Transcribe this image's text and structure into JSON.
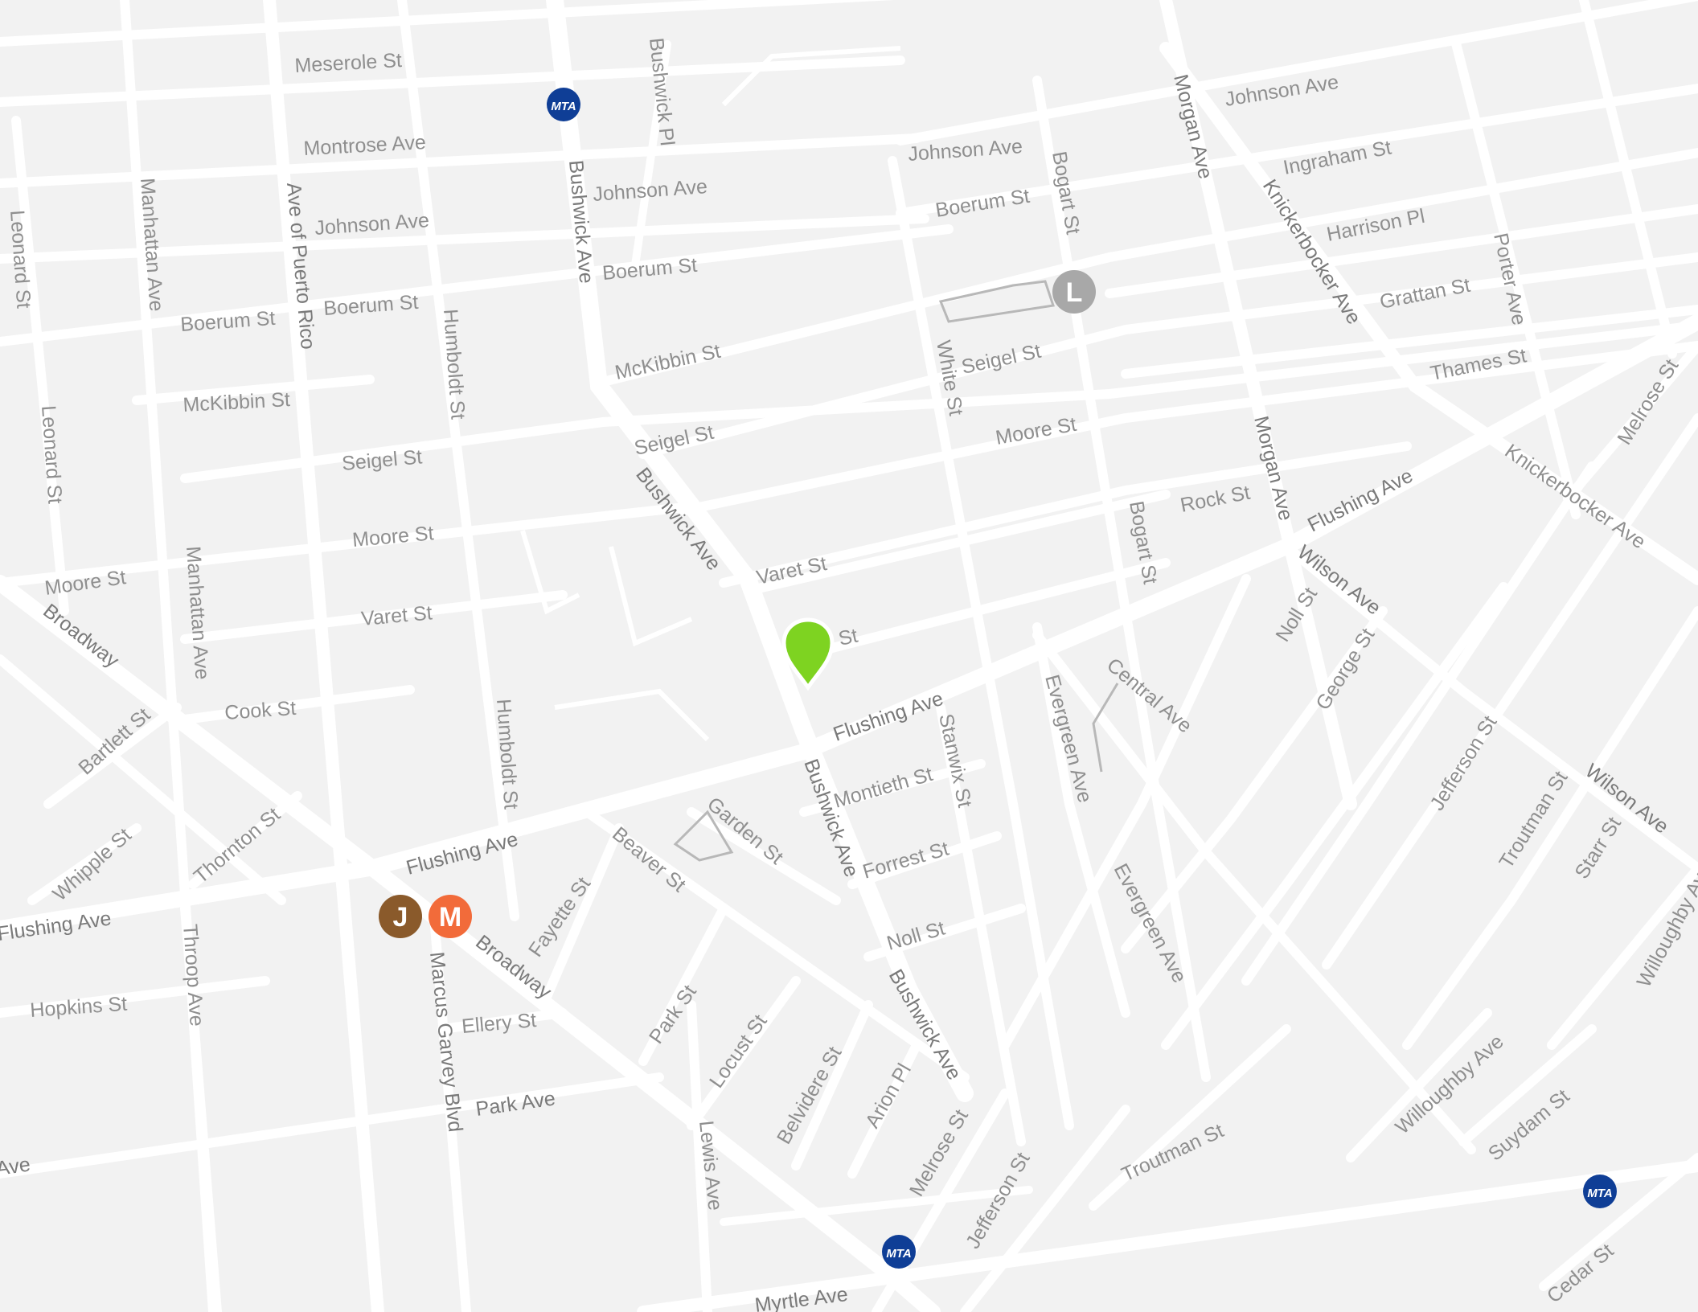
{
  "colors": {
    "background": "#f2f2f2",
    "road": "#ffffff",
    "label": "#8f8f8f",
    "marker": "#7ed321",
    "mta": "#0f3e96",
    "line_j": "#8a5a2b",
    "line_m": "#f26b3a",
    "line_l": "#a8a8a8"
  },
  "streets": {
    "meserole_st": "Meserole St",
    "montrose_ave": "Montrose Ave",
    "johnson_ave": "Johnson Ave",
    "boerum_st": "Boerum St",
    "mckibbin_st": "McKibbin St",
    "seigel_st": "Seigel St",
    "moore_st": "Moore St",
    "varet_st": "Varet St",
    "cook_st": "Cook St",
    "leonard_st": "Leonard St",
    "manhattan_ave": "Manhattan Ave",
    "ave_of_puerto_rico": "Ave of Puerto Rico",
    "humboldt_st": "Humboldt St",
    "bushwick_ave": "Bushwick Ave",
    "bushwick_pl": "Bushwick Pl",
    "bogart_st": "Bogart St",
    "white_st": "White St",
    "morgan_ave": "Morgan Ave",
    "knickerbocker_ave": "Knickerbocker Ave",
    "ingraham_st": "Ingraham St",
    "harrison_pl": "Harrison Pl",
    "grattan_st": "Grattan St",
    "thames_st": "Thames St",
    "porter_ave": "Porter Ave",
    "melrose_st": "Melrose St",
    "rock_st": "Rock St",
    "flushing_ave": "Flushing Ave",
    "wilson_ave": "Wilson Ave",
    "noll_st": "Noll St",
    "george_st": "George St",
    "central_ave": "Central Ave",
    "evergreen_ave": "Evergreen Ave",
    "stanwix_st": "Stanwix St",
    "montieth_st": "Montieth St",
    "forrest_st": "Forrest St",
    "garden_st": "Garden St",
    "beaver_st": "Beaver St",
    "fayette_st": "Fayette St",
    "broadway": "Broadway",
    "bartlett_st": "Bartlett St",
    "whipple_st": "Whipple St",
    "thornton_st": "Thornton St",
    "throop_ave": "Throop Ave",
    "hopkins_st": "Hopkins St",
    "marcus_garvey_blvd": "Marcus Garvey Blvd",
    "ellery_st": "Ellery St",
    "park_ave": "Park Ave",
    "park_st": "Park St",
    "locust_st": "Locust St",
    "lewis_ave": "Lewis Ave",
    "belvidere_st": "Belvidere St",
    "arion_pl": "Arion Pl",
    "jefferson_st": "Jefferson St",
    "troutman_st": "Troutman St",
    "willoughby_ave": "Willoughby Ave",
    "suydam_st": "Suydam St",
    "starr_st": "Starr St",
    "cedar_st": "Cedar St",
    "myrtle_ave": "Myrtle Ave",
    "st_fragment": "St"
  },
  "badges": {
    "mta": "MTA",
    "j": "J",
    "m": "M",
    "l": "L"
  }
}
